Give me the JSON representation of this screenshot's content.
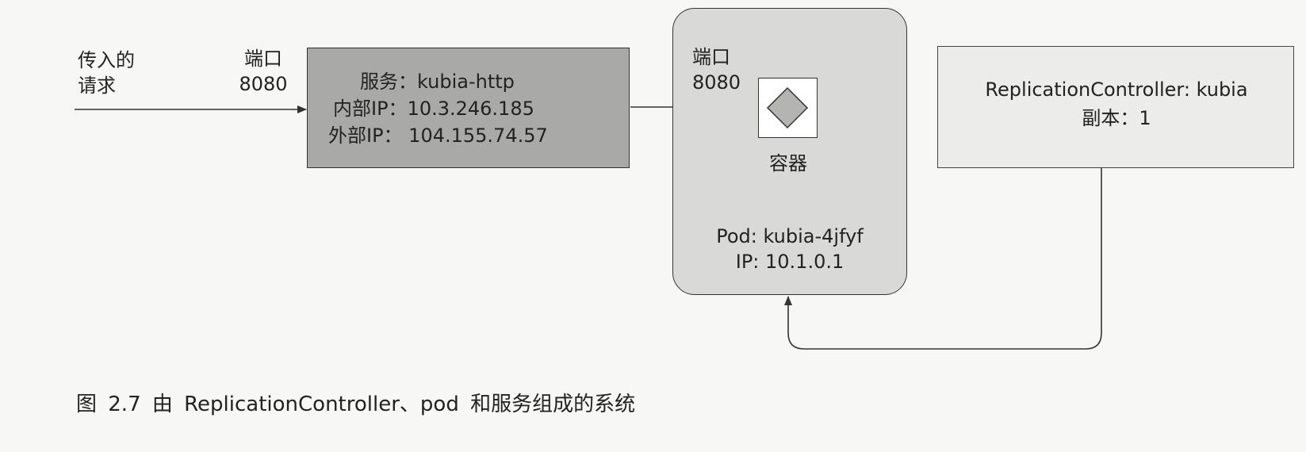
{
  "incoming": {
    "line1": "传入的",
    "line2": "请求"
  },
  "service_port": {
    "label": "端口",
    "number": "8080"
  },
  "service": {
    "name": "服务：kubia-http",
    "internal_ip": "内部IP：10.3.246.185",
    "external_ip": "外部IP： 104.155.74.57"
  },
  "pod": {
    "port_label": "端口",
    "port_number": "8080",
    "container_label": "容器",
    "name": "Pod: kubia-4jfyf",
    "ip": "IP: 10.1.0.1"
  },
  "replication_controller": {
    "name": "ReplicationController: kubia",
    "replicas": "副本：1"
  },
  "caption": "图 2.7 由 ReplicationController、pod 和服务组成的系统"
}
